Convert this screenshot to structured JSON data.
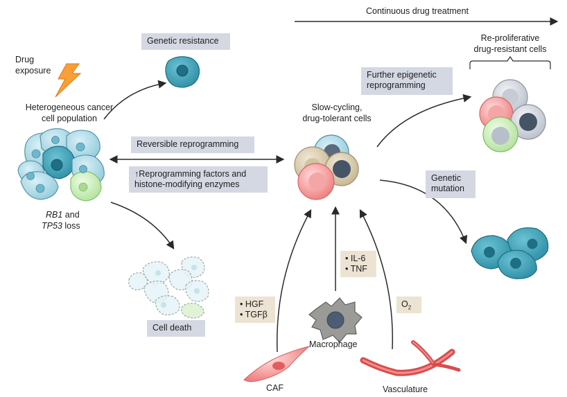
{
  "header": {
    "continuous_drug_treatment": "Continuous drug treatment"
  },
  "labels": {
    "drug_exposure": [
      "Drug",
      "exposure"
    ],
    "heterogeneous": [
      "Heterogeneous cancer",
      "cell population"
    ],
    "rb1_gene": "RB1",
    "rb1_suffix": " and",
    "tp53_gene": "TP53",
    "tp53_suffix": " loss",
    "slow_cycling": [
      "Slow-cycling,",
      "drug-tolerant cells"
    ],
    "reproliferative": [
      "Re-proliferative",
      "drug-resistant cells"
    ],
    "macrophage": "Macrophage",
    "caf": "CAF",
    "vasculature": "Vasculature"
  },
  "boxes": {
    "genetic_resistance": "Genetic resistance",
    "reversible_reprogramming": "Reversible reprogramming",
    "reprogramming_factors": [
      "↑Reprogramming factors and",
      "histone-modifying enzymes"
    ],
    "further_epigenetic": [
      "Further epigenetic",
      "reprogramming"
    ],
    "genetic_mutation": [
      "Genetic",
      "mutation"
    ],
    "cell_death": "Cell death",
    "hgf_tgfb": [
      "• HGF",
      "• TGFβ"
    ],
    "il6_tnf": [
      "• IL-6",
      "• TNF"
    ],
    "o2": "O",
    "o2_sub": "2"
  },
  "colors": {
    "label_box": "#d4d8e2",
    "factor_box": "#ece3d3",
    "cancer_cell": "#a9d8e6",
    "resistant_cell": "#3fa7bd",
    "green_cell": "#c7ecb4",
    "pink_cell": "#f08a8a",
    "vasculature": "#d94c4c",
    "macrophage": "#8a8a88",
    "lightning": "#f28c28"
  },
  "icons": [
    "lightning-icon",
    "double-headed-arrow",
    "curved-arrow"
  ]
}
